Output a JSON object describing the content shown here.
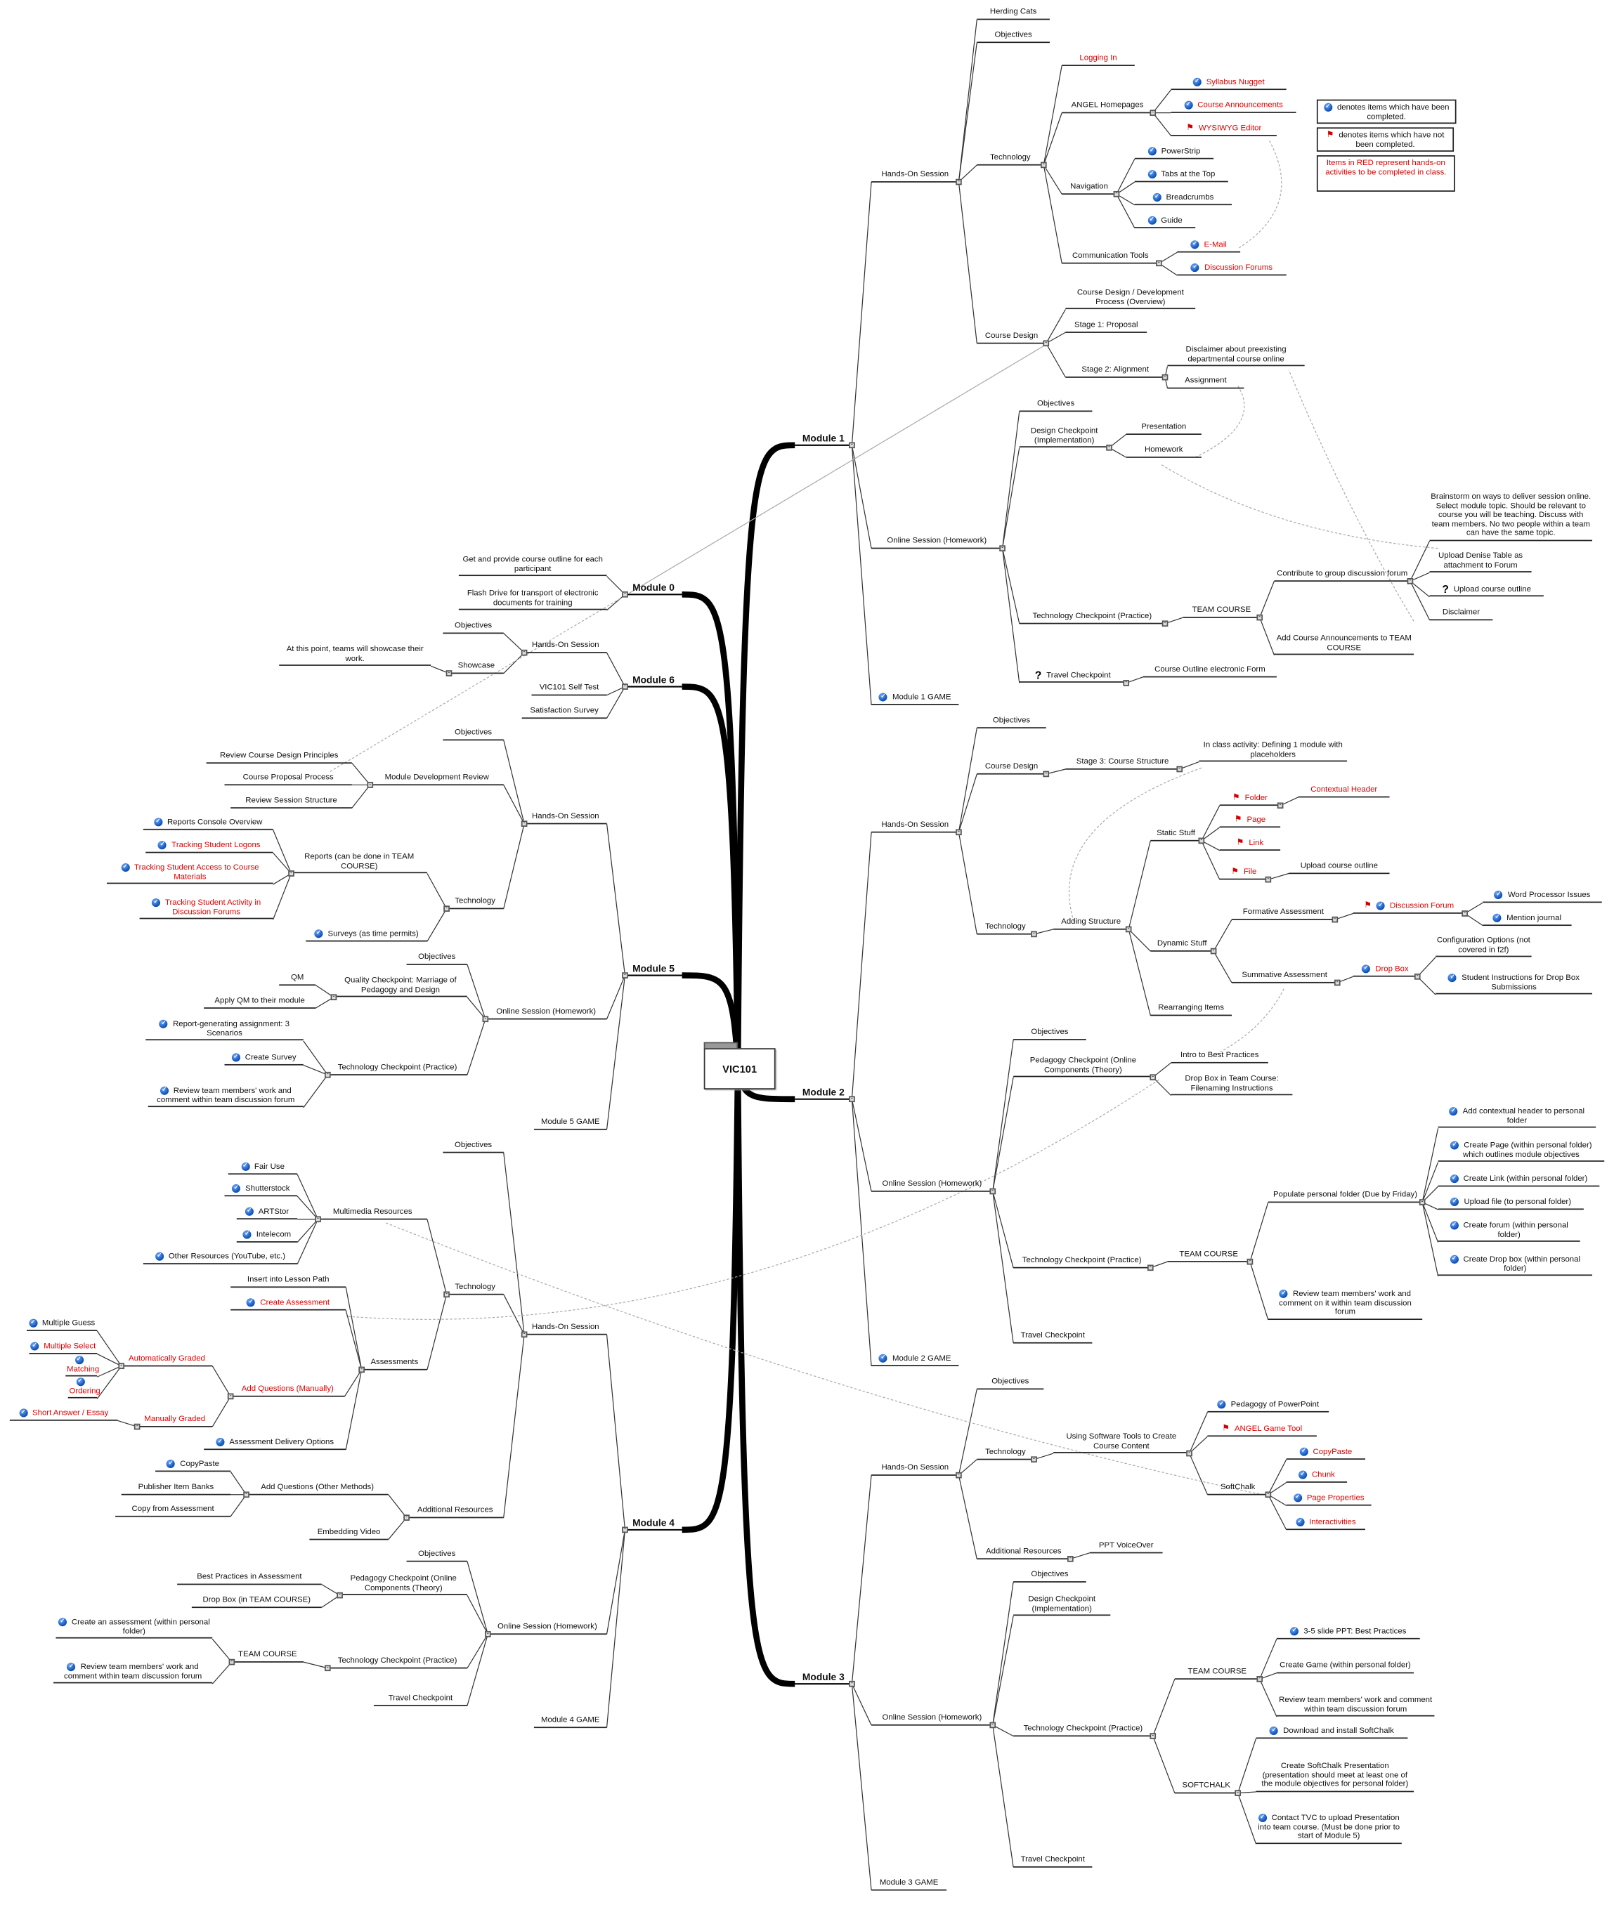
{
  "root": {
    "title": "VIC101"
  },
  "legend": {
    "completed": "denotes items which have been completed.",
    "not_completed": "denotes items which have not been completed.",
    "red_note": "Items in RED represent hands-on activities to be completed in class."
  },
  "colors": {
    "red_text": "#e00000",
    "check_blue": "#0b4fb3",
    "flag_red": "#d40000"
  },
  "nodes": {
    "m1": {
      "text": "Module 1"
    },
    "m1ho": {
      "text": "Hands-On Session"
    },
    "herd": {
      "text": "Herding Cats"
    },
    "m1hoobj": {
      "text": "Objectives"
    },
    "m1tech": {
      "text": "Technology"
    },
    "login": {
      "text": "Logging In",
      "red": true
    },
    "angel": {
      "text": "ANGEL Homepages"
    },
    "syl": {
      "text": "Syllabus Nugget",
      "icon": "check",
      "red": true
    },
    "ann": {
      "text": "Course Announcements",
      "icon": "check",
      "red": true
    },
    "wys": {
      "text": "WYSIWYG Editor",
      "icon": "flag",
      "red": true
    },
    "nav": {
      "text": "Navigation"
    },
    "ps": {
      "text": "PowerStrip",
      "icon": "check"
    },
    "tabs": {
      "text": "Tabs at the Top",
      "icon": "check"
    },
    "bc": {
      "text": "Breadcrumbs",
      "icon": "check"
    },
    "guide": {
      "text": "Guide",
      "icon": "check"
    },
    "comm": {
      "text": "Communication Tools"
    },
    "email": {
      "text": "E-Mail",
      "icon": "check",
      "red": true
    },
    "df": {
      "text": "Discussion Forums",
      "icon": "check",
      "red": true
    },
    "cd": {
      "text": "Course Design"
    },
    "cdo": {
      "text": "Course Design / Development Process (Overview)"
    },
    "s1": {
      "text": "Stage 1: Proposal"
    },
    "s2": {
      "text": "Stage 2: Alignment"
    },
    "disc1": {
      "text": "Disclaimer about preexisting departmental course online"
    },
    "assign": {
      "text": "Assignment"
    },
    "m1os": {
      "text": "Online Session (Homework)"
    },
    "m1osobj": {
      "text": "Objectives"
    },
    "dc": {
      "text": "Design Checkpoint (Implementation)"
    },
    "pres": {
      "text": "Presentation"
    },
    "hw": {
      "text": "Homework"
    },
    "tc1": {
      "text": "Technology Checkpoint (Practice)"
    },
    "tc1team": {
      "text": "TEAM COURSE"
    },
    "contrib": {
      "text": "Contribute to group discussion forum"
    },
    "brain": {
      "text": "Brainstorm on ways to deliver session online.  Select module topic.  Should be relevant to course you will be teaching.  Discuss with team members.  No two people within a team can have the same topic."
    },
    "denise": {
      "text": "Upload Denise Table as attachment to Forum"
    },
    "uco": {
      "text": "Upload course outline",
      "icon": "question"
    },
    "disc2": {
      "text": "Disclaimer"
    },
    "addann": {
      "text": "Add Course Announcements to TEAM COURSE"
    },
    "trav1": {
      "text": "Travel Checkpoint",
      "icon": "question"
    },
    "cof": {
      "text": "Course Outline electronic Form"
    },
    "m1g": {
      "text": "Module 1 GAME",
      "icon": "check"
    },
    "m2": {
      "text": "Module 2"
    },
    "m2ho": {
      "text": "Hands-On Session"
    },
    "m2obj": {
      "text": "Objectives"
    },
    "m2cd": {
      "text": "Course Design"
    },
    "s3": {
      "text": "Stage 3: Course Structure"
    },
    "inclass": {
      "text": "In class activity: Defining 1 module with placeholders"
    },
    "m2tech": {
      "text": "Technology"
    },
    "adds": {
      "text": "Adding Structure"
    },
    "static": {
      "text": "Static Stuff"
    },
    "folder": {
      "text": "Folder",
      "icon": "flag",
      "red": true
    },
    "ctxh": {
      "text": "Contextual Header",
      "red": true
    },
    "page": {
      "text": "Page",
      "icon": "flag",
      "red": true
    },
    "link": {
      "text": "Link",
      "icon": "flag",
      "red": true
    },
    "file": {
      "text": "File",
      "icon": "flag",
      "red": true
    },
    "uco2": {
      "text": "Upload course outline"
    },
    "dyn": {
      "text": "Dynamic Stuff"
    },
    "form": {
      "text": "Formative Assessment"
    },
    "dforum": {
      "text": "Discussion Forum",
      "icon": "flag-check",
      "red": true
    },
    "wpi": {
      "text": "Word Processor Issues",
      "icon": "check"
    },
    "mj": {
      "text": "Mention journal",
      "icon": "check"
    },
    "summ": {
      "text": "Summative Assessment"
    },
    "dbox": {
      "text": "Drop Box",
      "icon": "check",
      "red": true
    },
    "conf": {
      "text": "Configuration Options (not covered in f2f)"
    },
    "sidb": {
      "text": "Student Instructions for Drop Box Submissions",
      "icon": "check"
    },
    "rearr": {
      "text": "Rearranging Items"
    },
    "m2os": {
      "text": "Online Session (Homework)"
    },
    "m2osobj": {
      "text": "Objectives"
    },
    "pc2": {
      "text": "Pedagogy Checkpoint (Online Components (Theory)"
    },
    "intro": {
      "text": "Intro to Best Practices"
    },
    "dbtc": {
      "text": "Drop Box in Team Course: Filenaming Instructions"
    },
    "tc2": {
      "text": "Technology Checkpoint (Practice)"
    },
    "tc2team": {
      "text": "TEAM COURSE"
    },
    "pop": {
      "text": "Populate personal folder (Due by Friday)"
    },
    "p1": {
      "text": "Add contextual header to personal folder",
      "icon": "check"
    },
    "p2": {
      "text": "Create Page (within personal folder) which outlines module objectives",
      "icon": "check"
    },
    "p3": {
      "text": "Create Link (within personal folder)",
      "icon": "check"
    },
    "p4": {
      "text": "Upload file (to personal folder)",
      "icon": "check"
    },
    "p5": {
      "text": "Create forum (within personal folder)",
      "icon": "check"
    },
    "p6": {
      "text": "Create Drop box (within personal folder)",
      "icon": "check"
    },
    "rev2": {
      "text": "Review team members' work and comment on it within team discussion forum",
      "icon": "check"
    },
    "trav2": {
      "text": "Travel Checkpoint"
    },
    "m2g": {
      "text": "Module 2 GAME",
      "icon": "check"
    },
    "m3": {
      "text": "Module 3"
    },
    "m3ho": {
      "text": "Hands-On Session"
    },
    "m3obj": {
      "text": "Objectives"
    },
    "m3tech": {
      "text": "Technology"
    },
    "ust": {
      "text": "Using Software Tools to Create Course Content"
    },
    "ppp": {
      "text": "Pedagogy of PowerPoint",
      "icon": "check"
    },
    "agt": {
      "text": "ANGEL Game Tool",
      "icon": "flag",
      "red": true
    },
    "sc": {
      "text": "SoftChalk"
    },
    "cp3": {
      "text": "CopyPaste",
      "icon": "check",
      "red": true
    },
    "chunk": {
      "text": "Chunk",
      "icon": "check",
      "red": true
    },
    "pp": {
      "text": "Page Properties",
      "icon": "check",
      "red": true
    },
    "inter": {
      "text": "Interactivities",
      "icon": "check",
      "red": true
    },
    "m3ar": {
      "text": "Additional Resources"
    },
    "ppt": {
      "text": "PPT VoiceOver"
    },
    "m3os": {
      "text": "Online Session (Homework)"
    },
    "m3osobj": {
      "text": "Objectives"
    },
    "dc3": {
      "text": "Design Checkpoint (Implementation)"
    },
    "tc3": {
      "text": "Technology Checkpoint (Practice)"
    },
    "tc3team": {
      "text": "TEAM COURSE"
    },
    "t1": {
      "text": "3-5 slide PPT:  Best Practices",
      "icon": "check"
    },
    "t2": {
      "text": "Create Game (within personal folder)"
    },
    "t3": {
      "text": "Review team members' work and comment within team discussion forum"
    },
    "soft": {
      "text": "SOFTCHALK"
    },
    "sf1": {
      "text": "Download and install SoftChalk",
      "icon": "check"
    },
    "sf2": {
      "text": "Create SoftChalk Presentation (presentation should meet at least one of the module objectives for personal folder)"
    },
    "sf3": {
      "text": "Contact TVC to upload Presentation into team course. (Must be done prior to start of Module 5)",
      "icon": "check"
    },
    "trav3": {
      "text": "Travel Checkpoint"
    },
    "m3g": {
      "text": "Module 3 GAME"
    },
    "m0": {
      "text": "Module 0"
    },
    "gpco": {
      "text": "Get and provide course outline for each participant"
    },
    "flash": {
      "text": "Flash Drive for transport of electronic documents for training"
    },
    "m6": {
      "text": "Module 6"
    },
    "m6ho": {
      "text": "Hands-On Session"
    },
    "m6obj": {
      "text": "Objectives"
    },
    "show": {
      "text": "Showcase"
    },
    "showt": {
      "text": "At this point, teams will showcase their work."
    },
    "self": {
      "text": "VIC101 Self Test"
    },
    "sat": {
      "text": "Satisfaction  Survey"
    },
    "m5": {
      "text": "Module 5"
    },
    "m5ho": {
      "text": "Hands-On Session"
    },
    "m5obj": {
      "text": "Objectives"
    },
    "mdr": {
      "text": "Module Development Review"
    },
    "rcdp": {
      "text": "Review Course Design Principles"
    },
    "cpp": {
      "text": "Course Proposal Process"
    },
    "rss": {
      "text": "Review Session Structure"
    },
    "m5tech": {
      "text": "Technology"
    },
    "rep": {
      "text": "Reports (can be done in TEAM COURSE)"
    },
    "rco": {
      "text": "Reports Console Overview",
      "icon": "check"
    },
    "tsl": {
      "text": "Tracking Student Logons",
      "icon": "check",
      "red": true
    },
    "tsa": {
      "text": "Tracking Student Access to Course Materials",
      "icon": "check",
      "red": true
    },
    "tsad": {
      "text": "Tracking Student Activity in Discussion Forums",
      "icon": "check",
      "red": true
    },
    "surv": {
      "text": "Surveys (as time permits)",
      "icon": "check"
    },
    "m5os": {
      "text": "Online Session (Homework)"
    },
    "m5osobj": {
      "text": "Objectives"
    },
    "qc": {
      "text": "Quality Checkpoint: Marriage of Pedagogy and Design"
    },
    "qm": {
      "text": "QM"
    },
    "aqm": {
      "text": "Apply QM to their module"
    },
    "tc5": {
      "text": "Technology Checkpoint (Practice)"
    },
    "rga": {
      "text": "Report-generating assignment:  3 Scenarios",
      "icon": "check"
    },
    "cs": {
      "text": "Create Survey",
      "icon": "check"
    },
    "rev5": {
      "text": "Review team members' work and comment within team discussion forum",
      "icon": "check"
    },
    "m5g": {
      "text": "Module 5 GAME"
    },
    "m4": {
      "text": "Module 4"
    },
    "m4ho": {
      "text": "Hands-On Session"
    },
    "m4obj": {
      "text": "Objectives"
    },
    "m4tech": {
      "text": "Technology"
    },
    "mmr": {
      "text": "Multimedia Resources"
    },
    "fu": {
      "text": "Fair Use",
      "icon": "check"
    },
    "ss": {
      "text": "Shutterstock",
      "icon": "check"
    },
    "art": {
      "text": "ARTStor",
      "icon": "check"
    },
    "intel": {
      "text": "Intelecom",
      "icon": "check"
    },
    "oth": {
      "text": "Other Resources (YouTube, etc.)",
      "icon": "check"
    },
    "asmt": {
      "text": "Assessments"
    },
    "ilp": {
      "text": "Insert into Lesson Path"
    },
    "ca": {
      "text": "Create Assessment",
      "icon": "check",
      "red": true
    },
    "aqmn": {
      "text": "Add Questions (Manually)",
      "red": true
    },
    "ag": {
      "text": "Automatically Graded",
      "red": true
    },
    "mg": {
      "text": "Multiple Guess",
      "icon": "check"
    },
    "ms": {
      "text": "Multiple Select",
      "icon": "check",
      "red": true
    },
    "mat": {
      "text": "Matching",
      "icon": "check",
      "red": true
    },
    "ord": {
      "text": "Ordering",
      "icon": "check",
      "red": true
    },
    "mgr": {
      "text": "Manually Graded",
      "red": true
    },
    "sae": {
      "text": "Short Answer / Essay",
      "icon": "check",
      "red": true
    },
    "ado": {
      "text": "Assessment Delivery Options",
      "icon": "check"
    },
    "m4ar": {
      "text": "Additional Resources"
    },
    "aqo": {
      "text": "Add Questions (Other Methods)"
    },
    "cp4": {
      "text": "CopyPaste",
      "icon": "check"
    },
    "pib": {
      "text": "Publisher Item Banks"
    },
    "cfa": {
      "text": "Copy from Assessment"
    },
    "ev": {
      "text": "Embedding Video"
    },
    "m4os": {
      "text": "Online Session (Homework)"
    },
    "m4osobj": {
      "text": "Objectives"
    },
    "pc4": {
      "text": "Pedagogy Checkpoint (Online Components (Theory)"
    },
    "bpa": {
      "text": "Best Practices in Assessment"
    },
    "dbt": {
      "text": "Drop Box (in TEAM COURSE)"
    },
    "tc4": {
      "text": "Technology Checkpoint (Practice)"
    },
    "tc4team": {
      "text": "TEAM COURSE"
    },
    "cwa": {
      "text": "Create an assessment (within personal folder)",
      "icon": "check"
    },
    "rev4": {
      "text": "Review team members' work and comment within team discussion forum",
      "icon": "check"
    },
    "trav4": {
      "text": "Travel Checkpoint"
    },
    "m4g": {
      "text": "Module 4 GAME"
    }
  }
}
